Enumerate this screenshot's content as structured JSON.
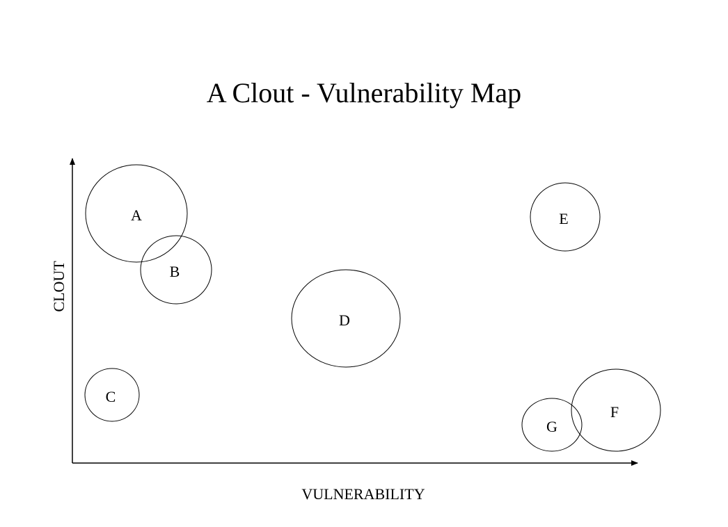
{
  "title": "A Clout - Vulnerability Map",
  "axes": {
    "x_label": "VULNERABILITY",
    "y_label": "CLOUT"
  },
  "bubbles": [
    {
      "label": "A"
    },
    {
      "label": "B"
    },
    {
      "label": "C"
    },
    {
      "label": "D"
    },
    {
      "label": "E"
    },
    {
      "label": "F"
    },
    {
      "label": "G"
    }
  ],
  "colors": {
    "stroke": "#000000",
    "background": "#ffffff"
  }
}
